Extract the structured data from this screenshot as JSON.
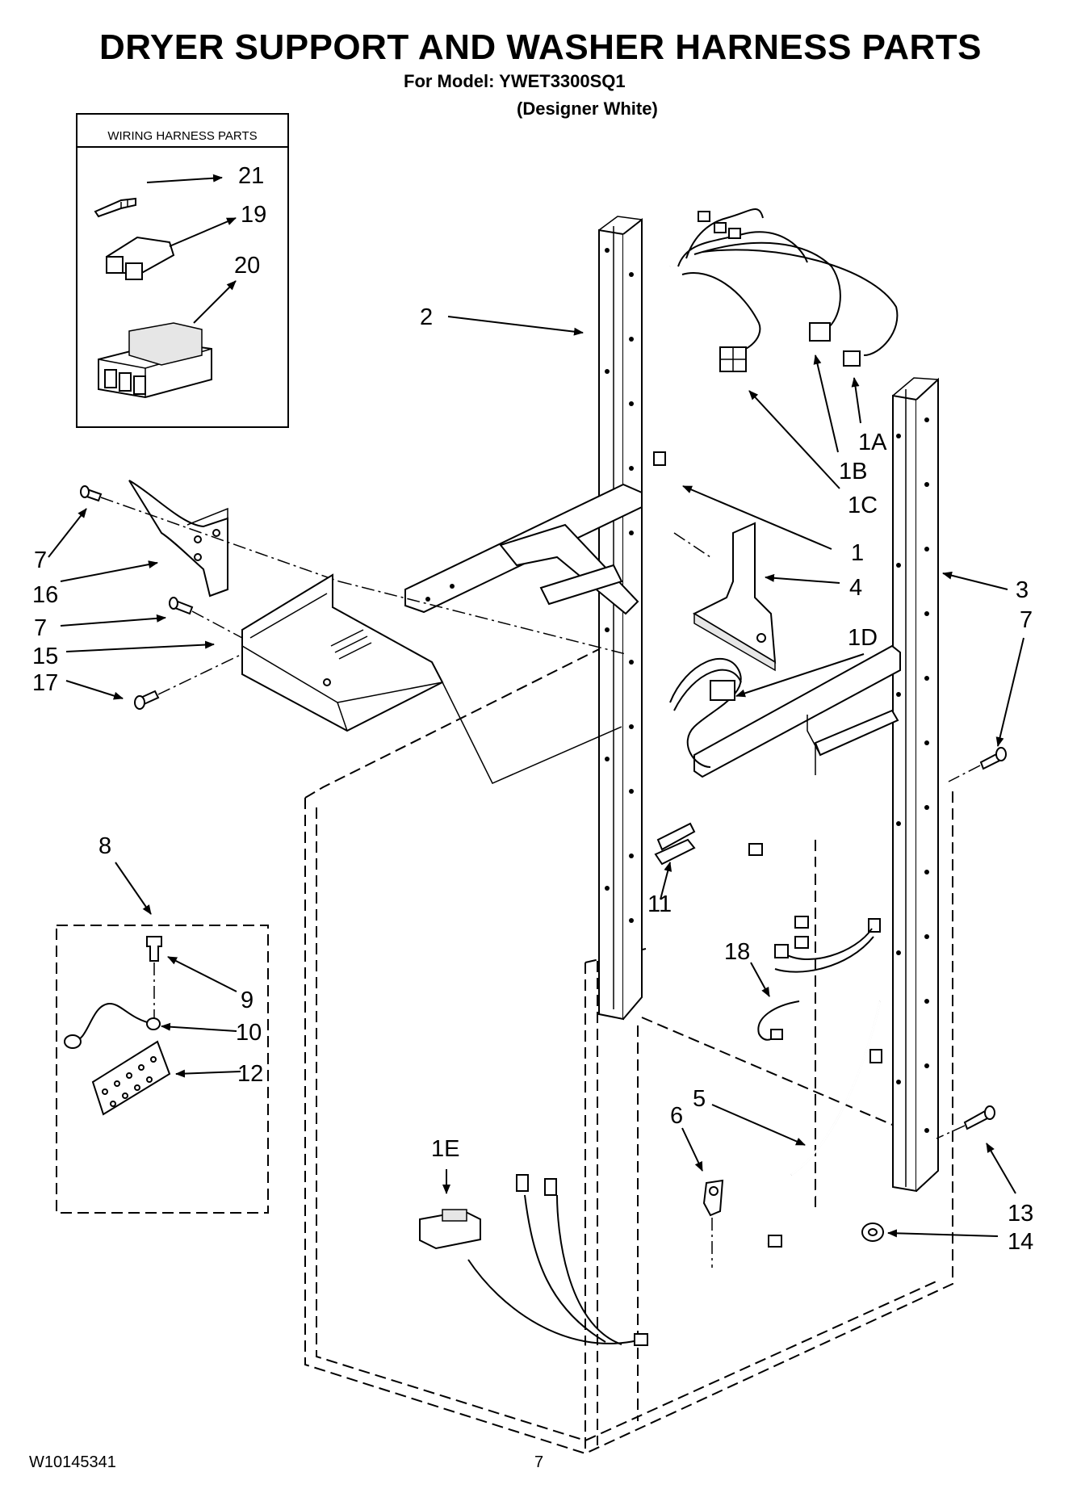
{
  "header": {
    "title": "DRYER SUPPORT AND WASHER HARNESS PARTS",
    "model_line": "For Model: YWET3300SQ1",
    "color_line": "(Designer White)"
  },
  "inset": {
    "title": "WIRING HARNESS PARTS"
  },
  "callouts": {
    "c21": "21",
    "c19": "19",
    "c20": "20",
    "c2": "2",
    "c1A": "1A",
    "c1B": "1B",
    "c1C": "1C",
    "c1": "1",
    "c4": "4",
    "c3": "3",
    "c7a": "7",
    "c7b": "7",
    "c7c": "7",
    "c16": "16",
    "c15": "15",
    "c17": "17",
    "c1D": "1D",
    "c11": "11",
    "c8": "8",
    "c9": "9",
    "c10": "10",
    "c12": "12",
    "c18": "18",
    "c5": "5",
    "c6": "6",
    "c1E": "1E",
    "c13": "13",
    "c14": "14"
  },
  "footer": {
    "doc_number": "W10145341",
    "page_number": "7"
  }
}
